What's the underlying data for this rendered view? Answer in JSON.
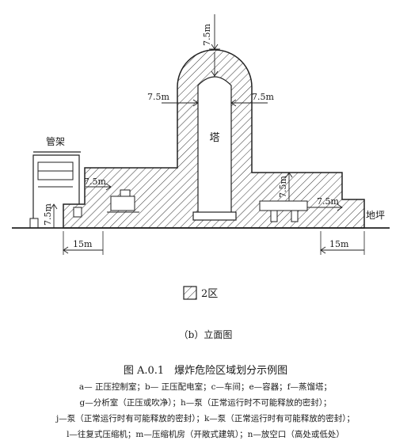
{
  "figure": {
    "labels": {
      "pipe_rack": "管架",
      "tower": "塔",
      "ground": "地坪",
      "dim_top": "7.5m",
      "dim_left_tower": "7.5m",
      "dim_right_tower": "7.5m",
      "dim_left_equip": "7.5m",
      "dim_left_height": "7.5m",
      "dim_right_vertical": "7.5m",
      "dim_right_equip": "7.5m",
      "dim_left_ground": "15m",
      "dim_right_ground": "15m"
    },
    "legend": {
      "label": "2区"
    },
    "subtitle": "（b）立面图",
    "caption": "图 A.0.1　爆炸危险区域划分示例图",
    "notes": [
      "a— 正压控制室；b— 正压配电室；c—车间；e—容器；f—蒸馏塔；",
      "g—分析室（正压或吹净）；h—泵（正常运行时不可能释放的密封）；",
      "j—泵（正常运行时有可能释放的密封）；k—泵（正常运行时有可能释放的密封）；",
      "l—往复式压缩机；m—压缩机房（开敞式建筑）；n—放空口（高处或低处）"
    ]
  }
}
